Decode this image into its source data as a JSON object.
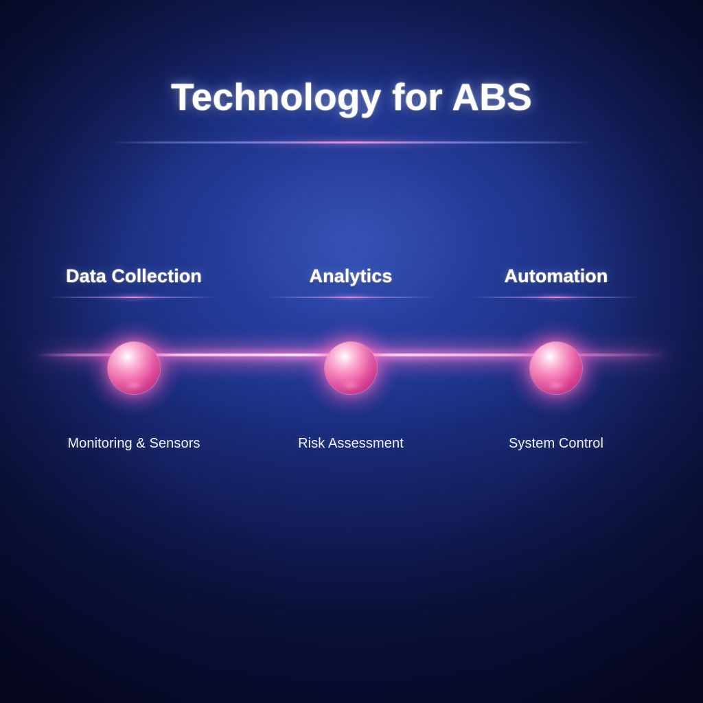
{
  "poster": {
    "title": "Technology for ABS",
    "background_color_center": "#243C9A",
    "background_color_edge": "#0A0F3C",
    "accent_color": "#F57CC8",
    "node_color": "#F162A8",
    "text_color": "#FFFFFF"
  },
  "steps": [
    {
      "heading": "Data Collection",
      "caption": "Monitoring & Sensors",
      "node_icon": "glowing-sphere-node"
    },
    {
      "heading": "Analytics",
      "caption": "Risk Assessment",
      "node_icon": "glowing-sphere-node"
    },
    {
      "heading": "Automation",
      "caption": "System Control",
      "node_icon": "glowing-sphere-node"
    }
  ]
}
